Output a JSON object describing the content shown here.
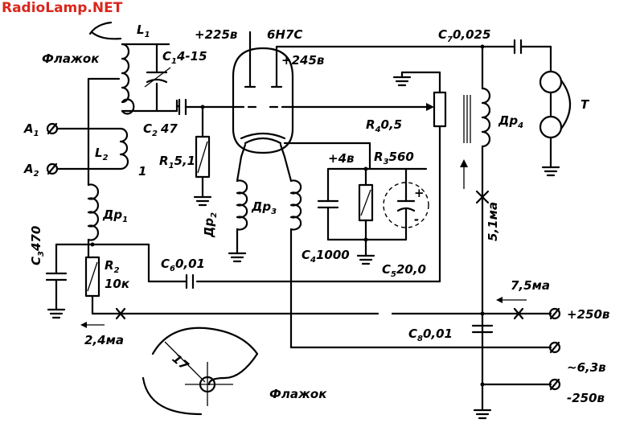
{
  "site_logo": "RadioLamp.NET",
  "tube": "6Н7С",
  "labels": {
    "L1": "L",
    "L1s": "1",
    "C1": "C",
    "C1s": "1",
    "C1v": "4-15",
    "flag": "Флажок",
    "v225": "+225в",
    "v245": "+245в",
    "C7": "C",
    "C7s": "7",
    "C7v": "0,025",
    "A1": "A",
    "A1s": "1",
    "A2": "A",
    "A2s": "2",
    "C2": "C",
    "C2s": "2",
    "C2v": "47",
    "L2": "L",
    "L2s": "2",
    "one": "1",
    "R1": "R",
    "R1s": "1",
    "R1v": "5,1",
    "R4": "R",
    "R4s": "4",
    "R4v": "0,5",
    "Dr4": "Др",
    "Dr4s": "4",
    "T": "T",
    "v4": "+4в",
    "R3": "R",
    "R3s": "3",
    "R3v": "560",
    "Dr1": "Др",
    "Dr1s": "1",
    "Dr2": "Др",
    "Dr2s": "2",
    "Dr3": "Др",
    "Dr3s": "3",
    "C3": "C",
    "C3s": "3",
    "C3v": "470",
    "R2": "R",
    "R2s": "2",
    "R2v": "10к",
    "C6": "C",
    "C6s": "6",
    "C6v": "0,01",
    "C4": "C",
    "C4s": "4",
    "C4v": "1000",
    "C5": "C",
    "C5s": "5",
    "C5v": "20,0",
    "i51": "5,1ма",
    "i75": "7,5ма",
    "v250p": "+250в",
    "i24": "2,4ма",
    "C8": "C",
    "C8s": "8",
    "C8v": "0,01",
    "v63": "~6,3в",
    "v250m": "-250в",
    "dim17": "17",
    "flag2": "Флажок",
    "plus": "+",
    "minus": "-"
  }
}
